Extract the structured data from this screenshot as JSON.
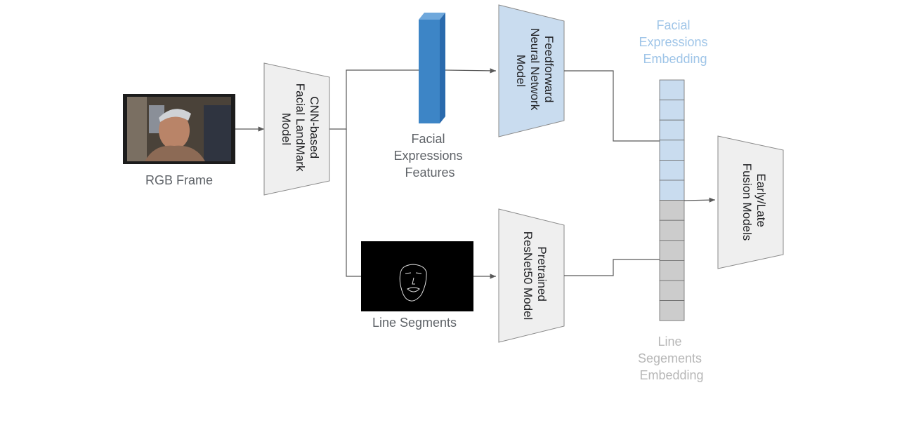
{
  "input": {
    "label": "RGB Frame"
  },
  "landmark_model": {
    "lines": [
      "CNN-based",
      "Facial LandMark",
      "Model"
    ]
  },
  "features": {
    "lines": [
      "Facial",
      "Expressions",
      "Features"
    ]
  },
  "ffnn_model": {
    "lines": [
      "Feedforward",
      "Neural Network",
      "Model"
    ]
  },
  "line_segments": {
    "label": "Line Segments"
  },
  "resnet_model": {
    "lines": [
      "Pretrained",
      "ResNet50 Model"
    ]
  },
  "face_embedding": {
    "lines": [
      "Facial",
      "Expressions",
      "Embedding"
    ],
    "cells": 6,
    "color": "#c9dcef"
  },
  "line_embedding": {
    "lines": [
      "Line",
      "Segements",
      "Embedding"
    ],
    "cells": 6,
    "color": "#cccccc"
  },
  "fusion_model": {
    "lines": [
      "Early/Late",
      "Fusion Models"
    ]
  },
  "colors": {
    "block_fill": "#efefef",
    "block_blue": "#c9dcef",
    "feature_bar": "#3d85c6",
    "line": "#595959",
    "label_light_blue": "#9fc5e8",
    "label_light_gray": "#b7b7b7"
  }
}
